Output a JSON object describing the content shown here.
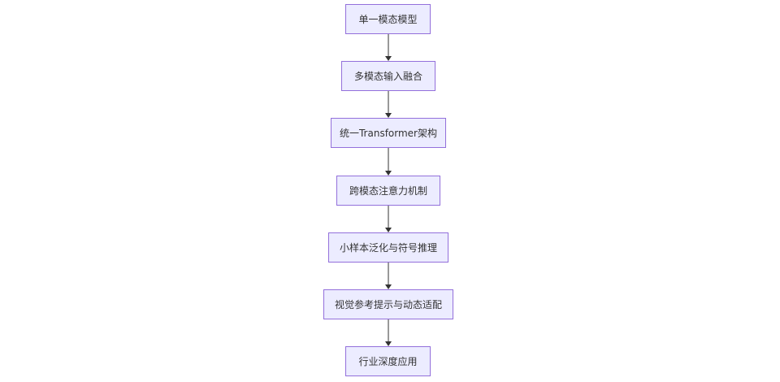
{
  "nodes": [
    {
      "label": "单一模态模型"
    },
    {
      "label": "多模态输入融合"
    },
    {
      "label": "统一Transformer架构"
    },
    {
      "label": "跨模态注意力机制"
    },
    {
      "label": "小样本泛化与符号推理"
    },
    {
      "label": "视觉参考提示与动态适配"
    },
    {
      "label": "行业深度应用"
    }
  ],
  "colors": {
    "node_fill": "#ececff",
    "node_border": "#9370db",
    "edge": "#333333"
  }
}
